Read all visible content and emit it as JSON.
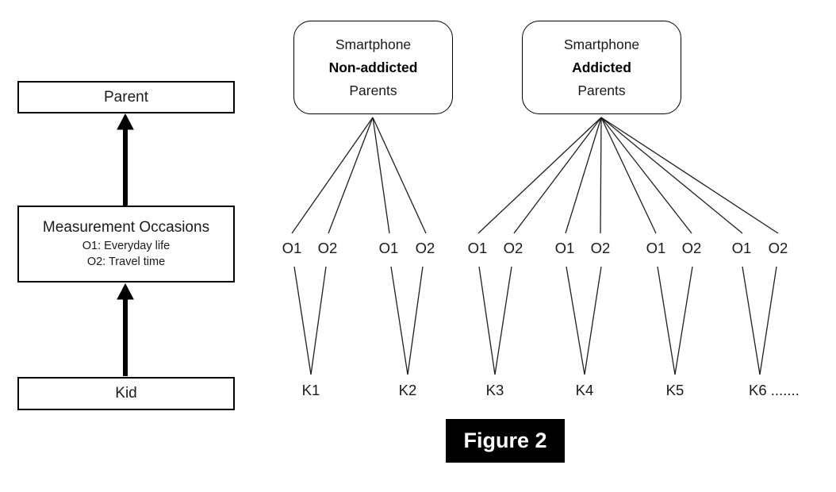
{
  "left_flow": {
    "parent_box_label": "Parent",
    "measurement_box": {
      "title": "Measurement Occasions",
      "occasion1_desc": "O1: Everyday life",
      "occasion2_desc": "O2: Travel time"
    },
    "kid_box_label": "Kid"
  },
  "parent_groups": [
    {
      "line1": "Smartphone",
      "line2": "Non-addicted",
      "line3": "Parents"
    },
    {
      "line1": "Smartphone",
      "line2": "Addicted",
      "line3": "Parents"
    }
  ],
  "occasions": {
    "o1": "O1",
    "o2": "O2"
  },
  "kids": [
    "K1",
    "K2",
    "K3",
    "K4",
    "K5",
    "K6 ......."
  ],
  "caption": {
    "label": "Figure 2",
    "background": "#000000",
    "text_color": "#ffffff"
  },
  "colors": {
    "stroke": "#1f1f1f",
    "arrow": "#000000",
    "background": "#ffffff"
  }
}
